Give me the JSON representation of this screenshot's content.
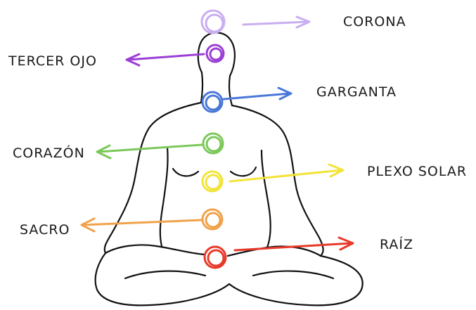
{
  "chakras": [
    {
      "id": "corona",
      "label": "CORONA",
      "color": "#c9aef0",
      "side": "right"
    },
    {
      "id": "tercer-ojo",
      "label": "TERCER OJO",
      "color": "#9b3fd6",
      "side": "left"
    },
    {
      "id": "garganta",
      "label": "GARGANTA",
      "color": "#4a78d8",
      "side": "right"
    },
    {
      "id": "corazon",
      "label": "CORAZÓN",
      "color": "#7cc85a",
      "side": "left"
    },
    {
      "id": "plexo-solar",
      "label": "PLEXO SOLAR",
      "color": "#f2e43a",
      "side": "right"
    },
    {
      "id": "sacro",
      "label": "SACRO",
      "color": "#f0a24a",
      "side": "left"
    },
    {
      "id": "raiz",
      "label": "RAÍZ",
      "color": "#e63a2a",
      "side": "right"
    }
  ]
}
